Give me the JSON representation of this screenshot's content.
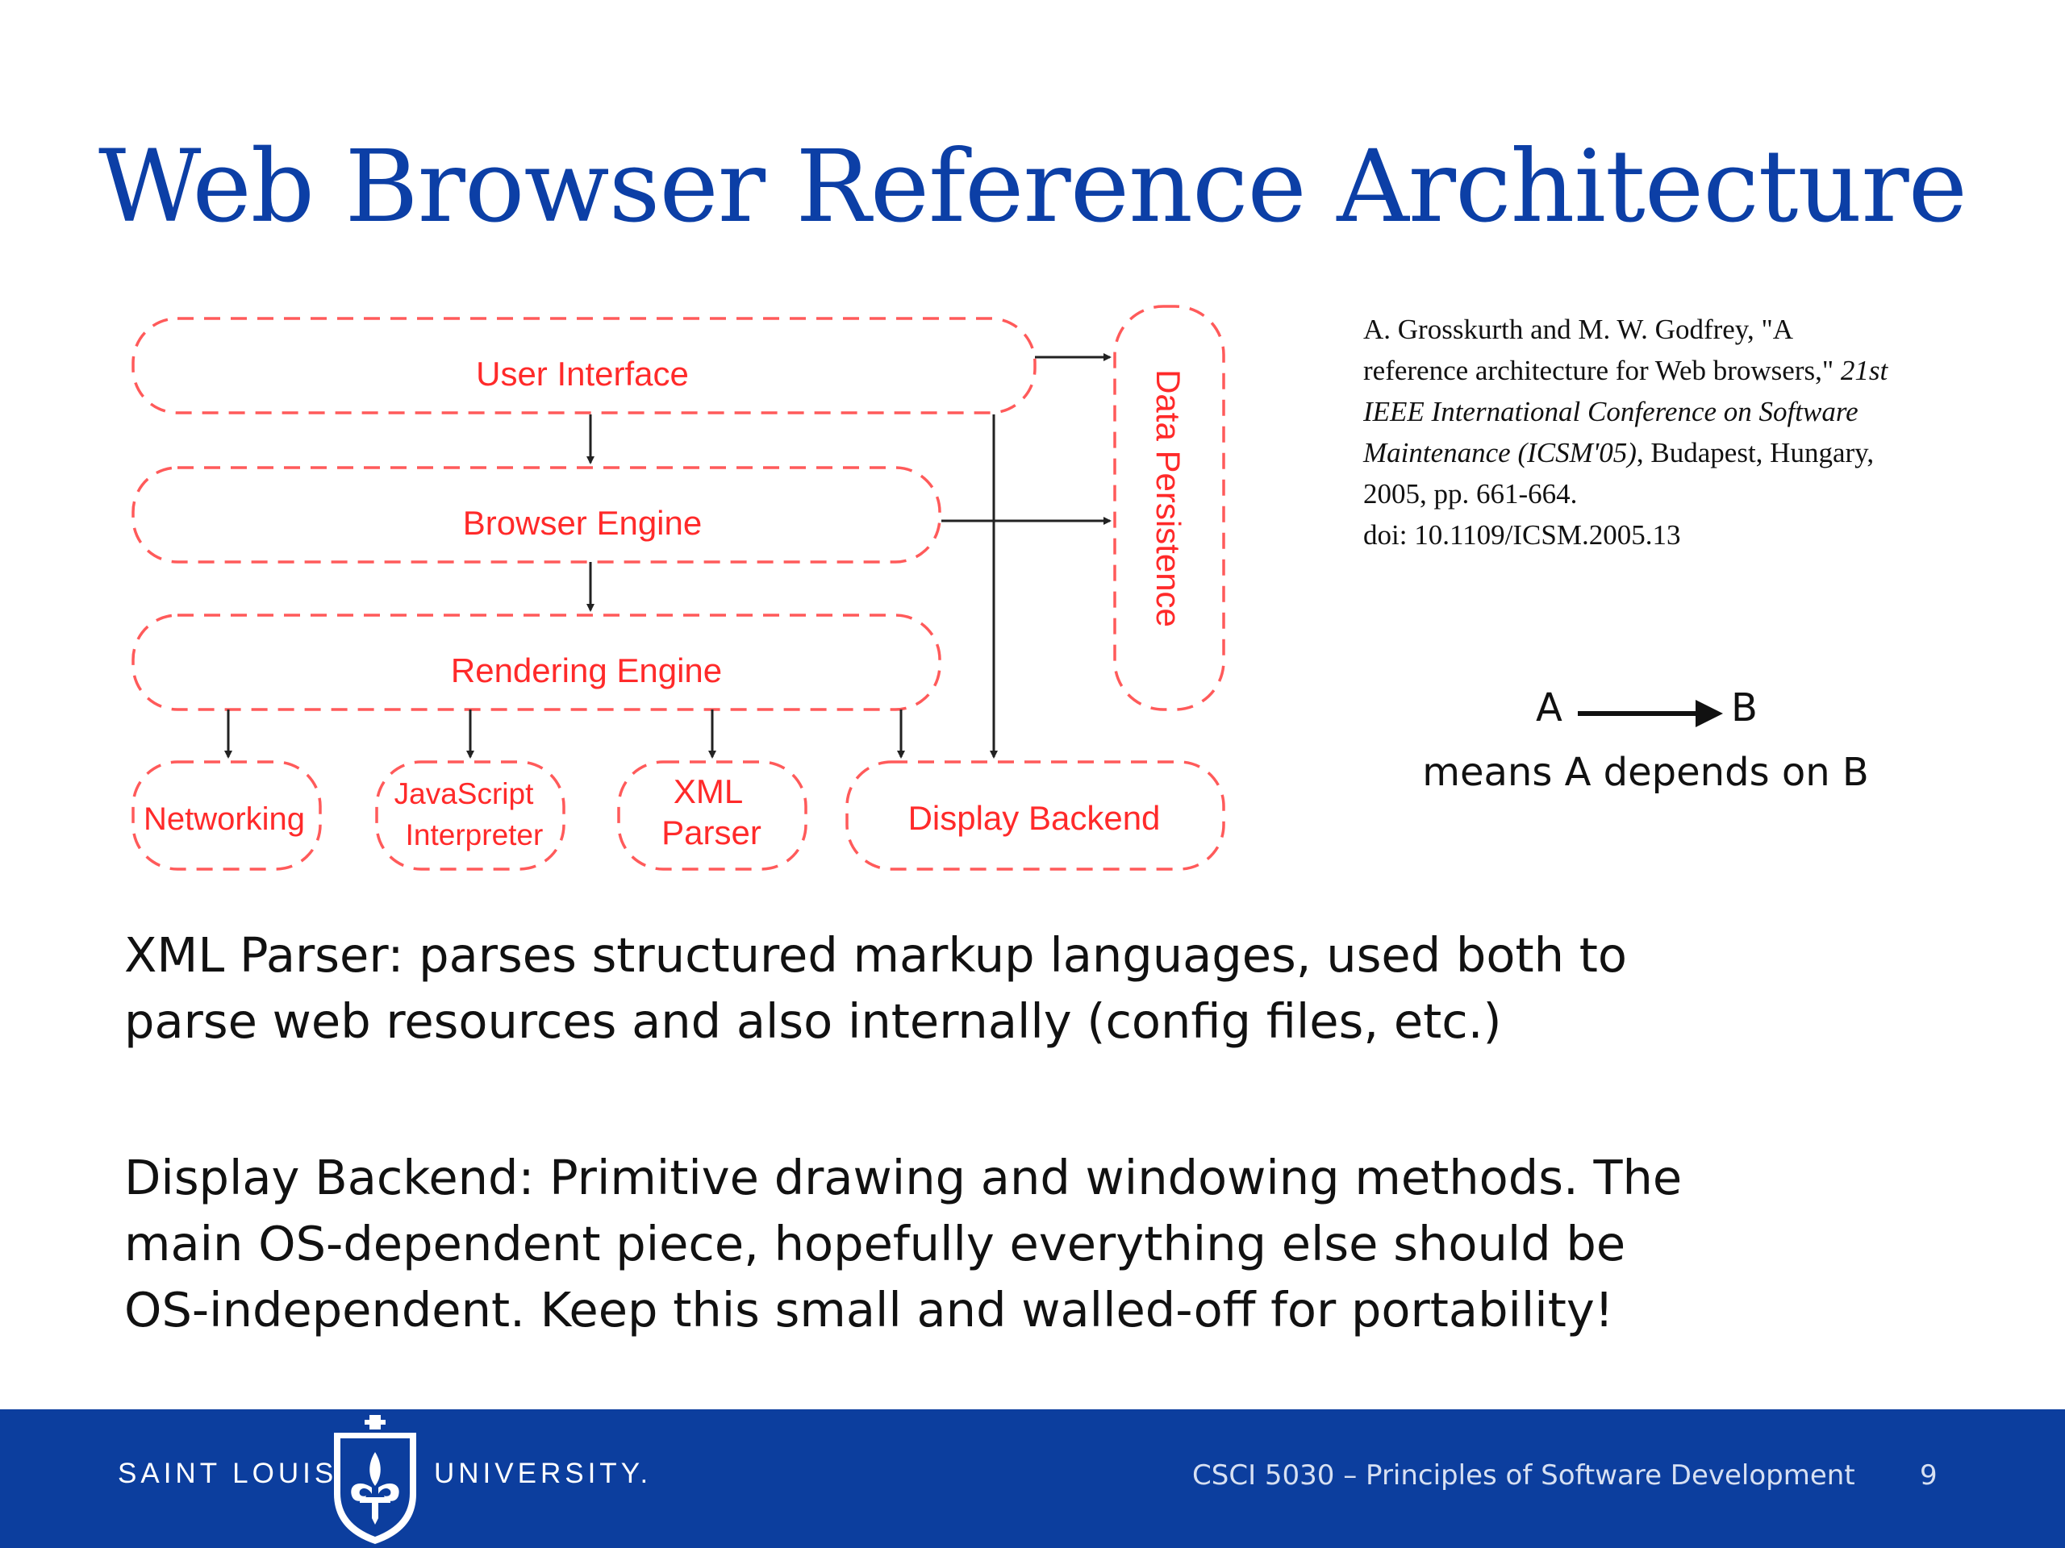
{
  "slide": {
    "title": "Web Browser Reference Architecture"
  },
  "diagram": {
    "components": {
      "user_interface": "User Interface",
      "browser_engine": "Browser Engine",
      "rendering_engine": "Rendering Engine",
      "data_persistence": "Data Persistence",
      "networking": "Networking",
      "javascript_interpreter_line1": "JavaScript",
      "javascript_interpreter_line2": "Interpreter",
      "xml_parser_line1": "XML",
      "xml_parser_line2": "Parser",
      "display_backend": "Display Backend"
    },
    "dependencies": [
      {
        "from": "User Interface",
        "to": "Browser Engine"
      },
      {
        "from": "User Interface",
        "to": "Data Persistence"
      },
      {
        "from": "User Interface",
        "to": "Display Backend"
      },
      {
        "from": "Browser Engine",
        "to": "Rendering Engine"
      },
      {
        "from": "Browser Engine",
        "to": "Data Persistence"
      },
      {
        "from": "Rendering Engine",
        "to": "Networking"
      },
      {
        "from": "Rendering Engine",
        "to": "JavaScript Interpreter"
      },
      {
        "from": "Rendering Engine",
        "to": "XML Parser"
      },
      {
        "from": "Rendering Engine",
        "to": "Display Backend"
      }
    ],
    "colors": {
      "component": "#ff2a2a",
      "arrow": "#222222"
    }
  },
  "citation": {
    "line1": "A. Grosskurth and M. W. Godfrey, \"A",
    "line2_plain": "reference architecture for Web browsers,\" ",
    "line2_italic": "21st",
    "line3_italic": "IEEE International Conference on Software",
    "line4_italic": "Maintenance (ICSM'05)",
    "line4_plain": ", Budapest, Hungary,",
    "line5": "2005, pp. 661-664.",
    "line6": "doi: 10.1109/ICSM.2005.13"
  },
  "legend": {
    "a": "A",
    "b": "B",
    "meaning": "means A depends on B"
  },
  "body": {
    "para1_line1": "XML Parser: parses structured markup languages, used both to",
    "para1_line2": "parse web resources and also internally (config files, etc.)",
    "para2_line1": "Display Backend: Primitive drawing and windowing methods. The",
    "para2_line2": "main OS-dependent piece, hopefully everything else should be",
    "para2_line3": "OS-independent. Keep this small and walled-off for portability!"
  },
  "footer": {
    "university_left": "SAINT LOUIS",
    "university_right": "UNIVERSITY.",
    "course": "CSCI 5030 – Principles of Software Development",
    "page_number": "9",
    "bar_color": "#0c3e9e"
  }
}
